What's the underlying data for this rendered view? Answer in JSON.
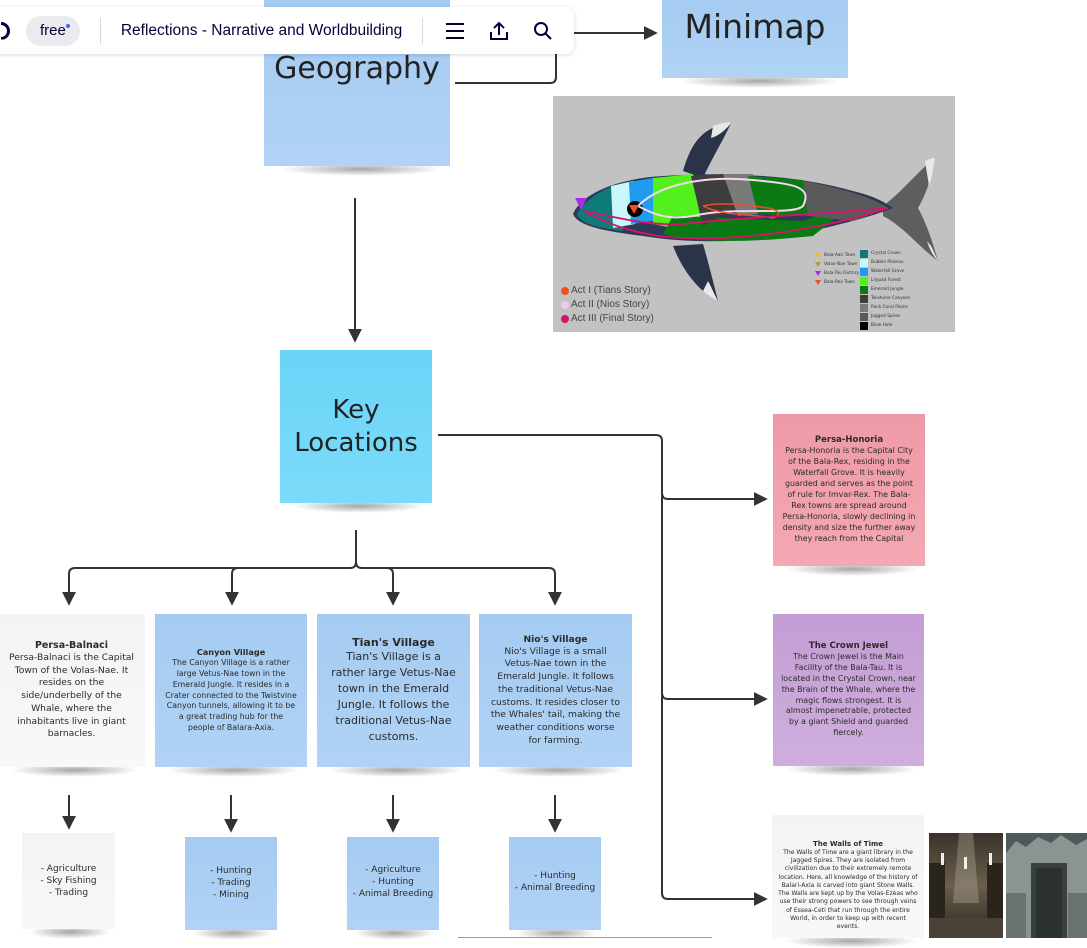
{
  "toolbar": {
    "plan_badge": "free",
    "board_title": "Reflections - Narrative and Worldbuilding",
    "icons": [
      "menu-icon",
      "share-upload-icon",
      "search-icon"
    ]
  },
  "nodes": {
    "geography": "Geography",
    "minimap": "Minimap",
    "key_locations": "Key Locations"
  },
  "minimap_image": {
    "act_legend": [
      {
        "label": "Act I (Tians Story)",
        "color": "#f04e23"
      },
      {
        "label": "Act II (Nios Story)",
        "color": "#f7c7ee"
      },
      {
        "label": "Act III (Final Story)",
        "color": "#d6136b"
      }
    ],
    "town_legend": [
      {
        "label": "Bala-Aari Town",
        "color": "#f2c200"
      },
      {
        "label": "Volas-Nae Town",
        "color": "#b59a3a"
      },
      {
        "label": "Bala-Tau Factory",
        "color": "#a52ee6"
      },
      {
        "label": "Bala-Rex Town",
        "color": "#f04e23"
      }
    ],
    "region_legend": [
      {
        "label": "Crystal Crown",
        "color": "#0f7a7a"
      },
      {
        "label": "Bubble Plateau",
        "color": "#c9f7fb"
      },
      {
        "label": "Waterfall Grove",
        "color": "#1f9bf0"
      },
      {
        "label": "Lilypad Forest",
        "color": "#54f01d"
      },
      {
        "label": "Emerald Jungle",
        "color": "#0a7a12"
      },
      {
        "label": "Twistvine Canyons",
        "color": "#3d3d3d"
      },
      {
        "label": "Rock Coral Plains",
        "color": "#7a7a7a"
      },
      {
        "label": "Jagged Spires",
        "color": "#5a5a5a"
      },
      {
        "label": "Blow Hole",
        "color": "#000000"
      }
    ]
  },
  "villages": [
    {
      "title": "Persa-Balnaci",
      "body": "Persa-Balnaci is the Capital Town of the Volas-Nae. It resides on the side/underbelly of the Whale, where the inhabitants live in giant barnacles.",
      "activities": [
        "- Agriculture",
        "- Sky Fishing",
        "- Trading"
      ]
    },
    {
      "title": "Canyon Village",
      "body": "The Canyon Village is a rather large Vetus-Nae town in the Emerald Jungle. It resides in a Crater connected to the Twistvine Canyon tunnels, allowing it to be a great trading hub for the people of Balara-Axia.",
      "activities": [
        "- Hunting",
        "- Trading",
        "- Mining"
      ]
    },
    {
      "title": "Tian's Village",
      "body": "Tian's Village is a rather large Vetus-Nae town in the Emerald Jungle. It follows the traditional Vetus-Nae customs.",
      "activities": [
        "- Agriculture",
        "- Hunting",
        "- Animal Breeding"
      ]
    },
    {
      "title": "Nio's Village",
      "body": "Nio's Village is a small Vetus-Nae town in the Emerald Jungle. It follows the traditional Vetus-Nae customs. It resides closer to the Whales' tail, making the weather conditions worse for farming.",
      "activities": [
        "- Hunting",
        "- Animal Breeding"
      ]
    }
  ],
  "landmarks": [
    {
      "title": "Persa-Honoria",
      "body": "Persa-Honoria is the Capital City of the Bala-Rex, residing in the Waterfall Grove. It is heavily guarded and serves as the point of rule for Imvar-Rex. The Bala-Rex towns are spread around Persa-Honoria, slowly declining in density and size the further away they reach from the Capital"
    },
    {
      "title": "The Crown Jewel",
      "body": "The Crown Jewel is the Main Facility of the Bala-Tau. It is located in the Crystal Crown, near the Brain of the Whale, where the magic flows strongest. It is almost impenetrable, protected by a giant Shield and guarded fiercely."
    },
    {
      "title": "The Walls of Time",
      "body": "The Walls of Time are a giant library in the Jagged Spires. They are isolated from civilization due to their extremely remote location. Here, all knowledge of the history of Balari-Axia is carved into giant Stone Walls. The Walls are kept up by the Volas-Ezeas who use their strong powers to see through veins of Essea-Ceti that run through the entire World, in order to keep up with recent events."
    }
  ],
  "colors": {
    "sticky_blue": "#a5cbf1",
    "sticky_cyan": "#6ad4f7",
    "sticky_white": "#f1f3f5",
    "sticky_pink": "#ee9aa6",
    "sticky_purple": "#c39dd4",
    "connector": "#333333",
    "brand_dark": "#050038"
  }
}
